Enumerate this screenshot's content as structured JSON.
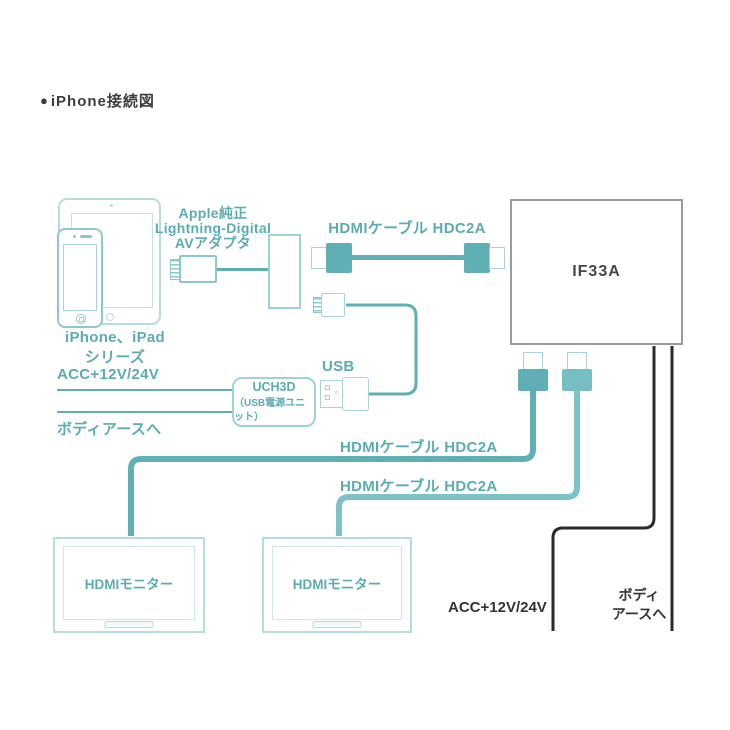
{
  "header": {
    "bullet": "●",
    "title": "iPhone接続図"
  },
  "colors": {
    "teal": "#5fafb5",
    "teal_soft": "#7cc2c6",
    "outline_light": "#a6d4d9",
    "device_outline": "#b7dcdf",
    "iphone_outline": "#8cc8cd",
    "label_teal": "#5aacb2",
    "dark_text": "#3c3c3c",
    "wire_black": "#2b2b2b",
    "box_border_gray": "#9b9b9b"
  },
  "devices": {
    "series_line1": "iPhone、iPad",
    "series_line2": "シリーズ"
  },
  "adapter": {
    "line1": "Apple純正",
    "line2": "Lightning-Digital",
    "line3": "AVアダプタ"
  },
  "hdmi_cable_top": {
    "label": "HDMIケーブル HDC2A"
  },
  "hdmi_cable_mid": {
    "label": "HDMIケーブル HDC2A"
  },
  "hdmi_cable_low": {
    "label": "HDMIケーブル HDC2A"
  },
  "if33a": {
    "label": "IF33A"
  },
  "usb": {
    "label": "USB"
  },
  "uch3d": {
    "name": "UCH3D",
    "subtitle": "（USB電源ユニット）"
  },
  "power_left": {
    "acc": "ACC+12V/24V",
    "ground": "ボディアースへ"
  },
  "power_right": {
    "acc": "ACC+12V/24V",
    "ground_line1": "ボディ",
    "ground_line2": "アースへ"
  },
  "monitors": [
    {
      "label": "HDMIモニター"
    },
    {
      "label": "HDMIモニター"
    }
  ]
}
